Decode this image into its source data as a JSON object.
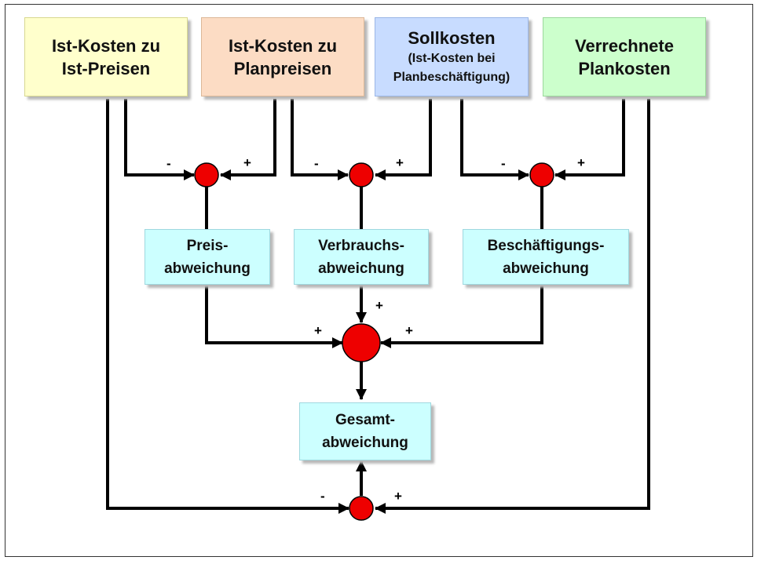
{
  "sources": {
    "ist_ist": {
      "line1": "Ist-Kosten zu",
      "line2": "Ist-Preisen",
      "color": "#ffffcc"
    },
    "ist_plan": {
      "line1": "Ist-Kosten zu",
      "line2": "Planpreisen",
      "color": "#fcdcc4"
    },
    "soll": {
      "title": "Sollkosten",
      "sub1": "(Ist-Kosten bei",
      "sub2": "Planbeschäftigung)",
      "color": "#c8dcff"
    },
    "verrechnet": {
      "line1": "Verrechnete",
      "line2": "Plankosten",
      "color": "#ccffcc"
    }
  },
  "variances": {
    "preis": {
      "line1": "Preis-",
      "line2": "abweichung"
    },
    "verbrauch": {
      "line1": "Verbrauchs-",
      "line2": "abweichung"
    },
    "beschaeftigung": {
      "line1": "Beschäftigungs-",
      "line2": "abweichung"
    },
    "gesamt": {
      "line1": "Gesamt-",
      "line2": "abweichung"
    }
  },
  "signs": {
    "minus": "-",
    "plus": "+"
  },
  "colors": {
    "node": "#ee0000",
    "wire": "#000000",
    "variance_box": "#ccffff"
  }
}
